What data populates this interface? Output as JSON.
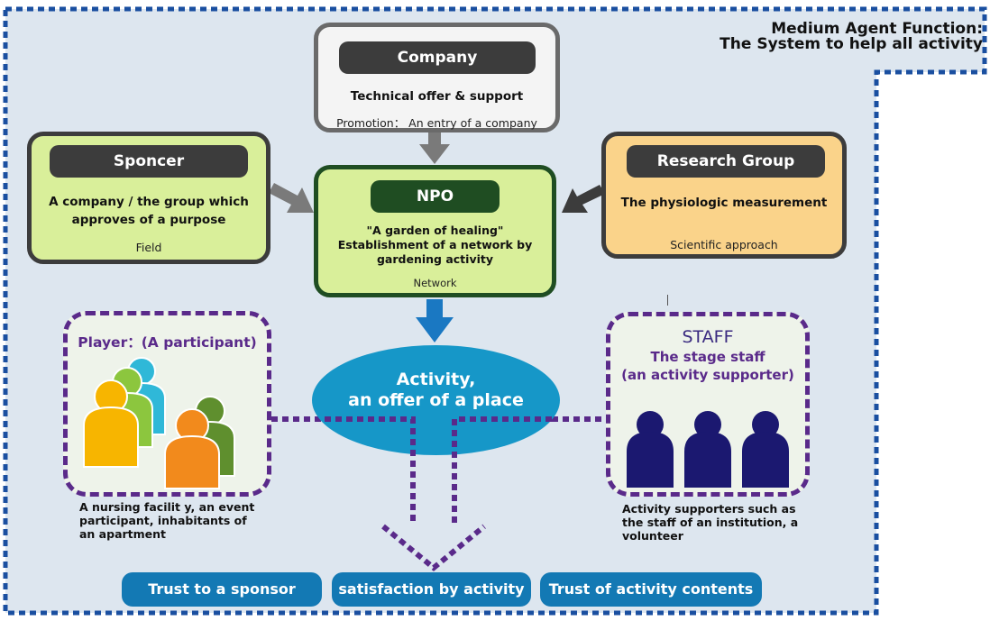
{
  "title": {
    "line1": "Medium Agent Function:",
    "line2": "The System to help all activity"
  },
  "company": {
    "header": "Company",
    "main": "Technical offer & support",
    "sub": "Promotion： An entry of a company"
  },
  "sponsor": {
    "header": "Sponcer",
    "main_line1": "A company / the group which",
    "main_line2": "approves of a purpose",
    "sub": "Field"
  },
  "npo": {
    "header": "NPO",
    "line1": "\"A garden of healing\"",
    "line2": "Establishment of a network by",
    "line3": "gardening activity",
    "sub": "Network"
  },
  "research": {
    "header": "Research Group",
    "main": "The physiologic measurement",
    "sub": "Scientific approach"
  },
  "activity": {
    "line1": "Activity,",
    "line2": "an offer of a place"
  },
  "player": {
    "title": "Player：(A participant)",
    "caption_line1": "A nursing facilit y, an event",
    "caption_line2": "participant, inhabitants of",
    "caption_line3": "an apartment"
  },
  "staff": {
    "title": "STAFF",
    "sub_line1": "The stage staff",
    "sub_line2": "(an activity supporter)",
    "caption_line1": "Activity supporters such as",
    "caption_line2": "the staff of an institution, a",
    "caption_line3": "volunteer"
  },
  "outcomes": [
    "Trust to a sponsor",
    "satisfaction by activity",
    "Trust of activity contents"
  ],
  "colors": {
    "border_blue": "#1a4fa0",
    "bg": "#dde6ef",
    "header_dark": "#3c3c3c",
    "npo_green": "#1f4d22",
    "light_green": "#d9ef9a",
    "research_orange": "#fad38a",
    "activity_blue": "#1697c8",
    "pill_blue": "#1379b4",
    "staff_navy": "#1b1870",
    "dash_purple": "#5a2a8a"
  }
}
